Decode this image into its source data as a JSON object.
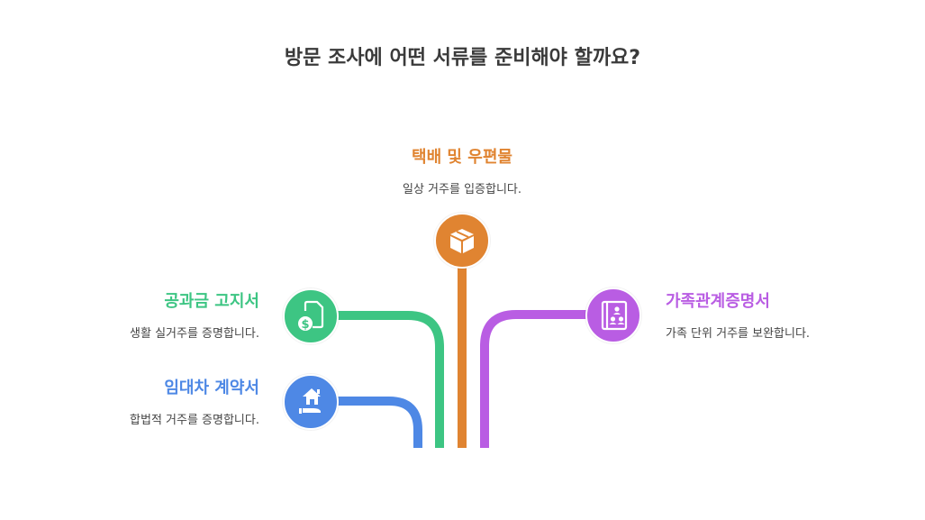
{
  "title": "방문 조사에 어떤 서류를 준비해야 할까요?",
  "colors": {
    "parcel": "#E08431",
    "utility": "#3DC583",
    "lease": "#4E88E5",
    "family": "#B95DE3"
  },
  "items": [
    {
      "id": "parcel",
      "title": "택배 및 우편물",
      "description": "일상 거주를 입증합니다.",
      "icon": "box-icon",
      "color": "#E08431"
    },
    {
      "id": "utility",
      "title": "공과금 고지서",
      "description": "생활 실거주를 증명합니다.",
      "icon": "bill-dollar-icon",
      "color": "#3DC583"
    },
    {
      "id": "lease",
      "title": "임대차 계약서",
      "description": "합법적 거주를 증명합니다.",
      "icon": "house-hand-icon",
      "color": "#4E88E5"
    },
    {
      "id": "family",
      "title": "가족관계증명서",
      "description": "가족 단위 거주를 보완합니다.",
      "icon": "family-register-icon",
      "color": "#B95DE3"
    }
  ]
}
